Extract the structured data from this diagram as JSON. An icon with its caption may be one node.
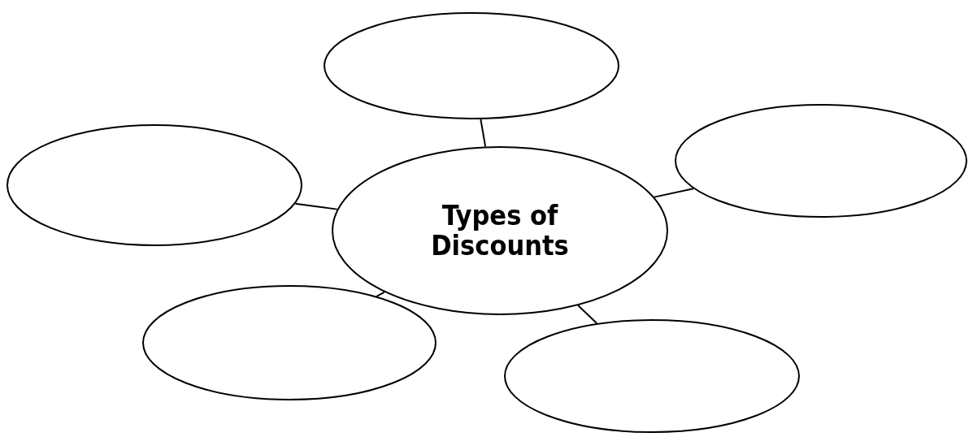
{
  "diagram": {
    "nodes": [
      {
        "text": [
          "Types of Discounts"
        ]
      },
      {
        "text": [],
        "shape": "ellipse"
      },
      {
        "text": [],
        "shape": "ellipse"
      },
      {
        "text": [],
        "shape": "ellipse"
      },
      {
        "text": [],
        "shape": "ellipse"
      },
      {
        "text": [],
        "shape": "ellipse"
      }
    ],
    "edges": [
      {
        "from": 0,
        "to": 1,
        "arrow": "none"
      },
      {
        "from": 0,
        "to": 2,
        "arrow": "none"
      },
      {
        "from": 0,
        "to": 3,
        "arrow": "none"
      },
      {
        "from": 0,
        "to": 4,
        "arrow": "none"
      },
      {
        "from": 0,
        "to": 5,
        "arrow": "none"
      }
    ]
  }
}
